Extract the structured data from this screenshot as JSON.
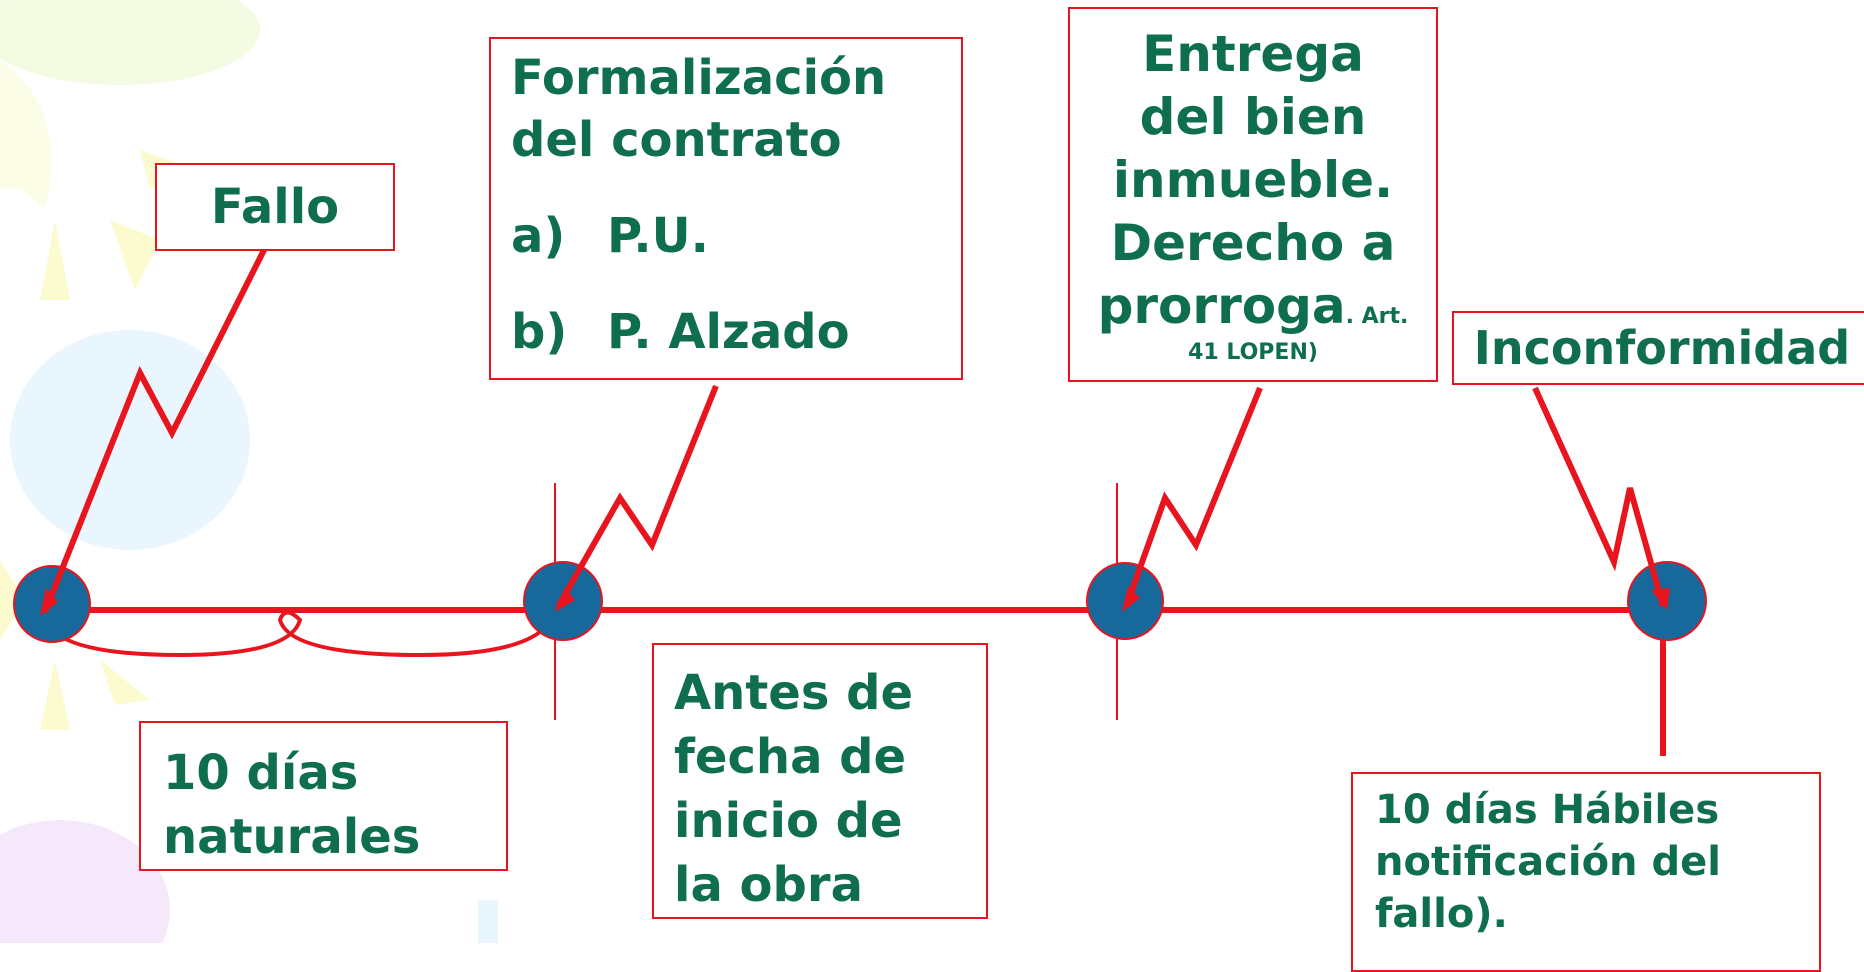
{
  "colors": {
    "box_text": "#0f6f4c",
    "box_border": "#e8141e",
    "line": "#e8141e",
    "node_fill": "#17699b",
    "node_stroke": "#e8141e"
  },
  "boxes": {
    "fallo": {
      "text": "Fallo"
    },
    "formalizacion": {
      "line1": "Formalización",
      "line2": "del contrato",
      "item_a_label": "a)",
      "item_a_text": "P.U.",
      "item_b_label": "b)",
      "item_b_text": "P. Alzado"
    },
    "entrega": {
      "line1": "Entrega",
      "line2": "del bien",
      "line3": "inmueble.",
      "line4": "Derecho a",
      "line5": "prorroga",
      "line5_small": ". Art.",
      "line6": "41 LOPEN)"
    },
    "inconformidad": {
      "text": "Inconformidad"
    },
    "diez_dias_naturales": {
      "line1": "10 días",
      "line2": "naturales"
    },
    "antes_de_fecha": {
      "line1": "Antes de",
      "line2": "fecha de",
      "line3": "inicio de",
      "line4": "la obra"
    },
    "diez_dias_habiles": {
      "line1": "10 días Hábiles",
      "line2": "notificación del",
      "line3": "fallo)."
    }
  }
}
